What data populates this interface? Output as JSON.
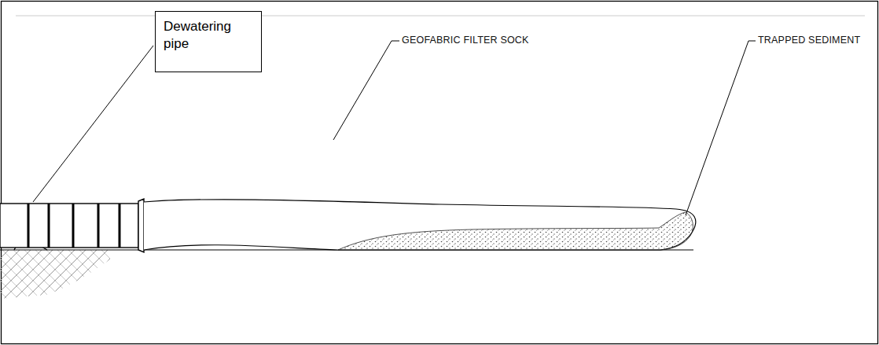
{
  "diagram": {
    "nodes": [
      {
        "text": [
          "Dewatering pipe"
        ]
      }
    ],
    "labels": [
      "GEOFABRIC FILTER SOCK",
      "TRAPPED SEDIMENT"
    ]
  }
}
